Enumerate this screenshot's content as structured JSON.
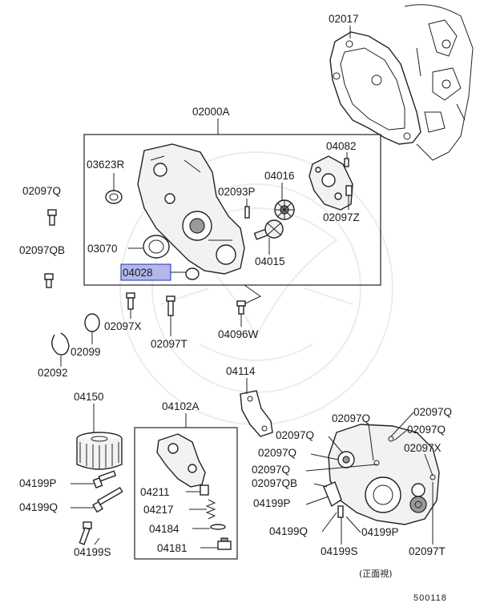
{
  "parts": {
    "p02017": "02017",
    "p02000A": "02000A",
    "p03623R": "03623R",
    "p02097Q_left": "02097Q",
    "p02097QB_left": "02097QB",
    "p03070": "03070",
    "p04028": "04028",
    "p02093P": "02093P",
    "p04016": "04016",
    "p04015": "04015",
    "p04082": "04082",
    "p02097Z": "02097Z",
    "p02097X_left": "02097X",
    "p02099": "02099",
    "p02092": "02092",
    "p02097T_left": "02097T",
    "p04096W": "04096W",
    "p04114": "04114",
    "p04150": "04150",
    "p04102A": "04102A",
    "p04199P_left": "04199P",
    "p04199Q_left": "04199Q",
    "p04199S_left": "04199S",
    "p04211": "04211",
    "p04217": "04217",
    "p04184": "04184",
    "p04181": "04181",
    "p02097Q_r1": "02097Q",
    "p02097Q_r2": "02097Q",
    "p02097Q_r3": "02097Q",
    "p02097Q_r4": "02097Q",
    "p02097Q_r5": "02097Q",
    "p02097QB_right": "02097QB",
    "p02097X_right": "02097X",
    "p04199P_r1": "04199P",
    "p04199Q_right": "04199Q",
    "p04199P_r2": "04199P",
    "p04199S_right": "04199S",
    "p02097T_right": "02097T"
  },
  "view_note": "(正面視)",
  "diagram_code": "500118",
  "highlight_color": "#b3b7ea"
}
